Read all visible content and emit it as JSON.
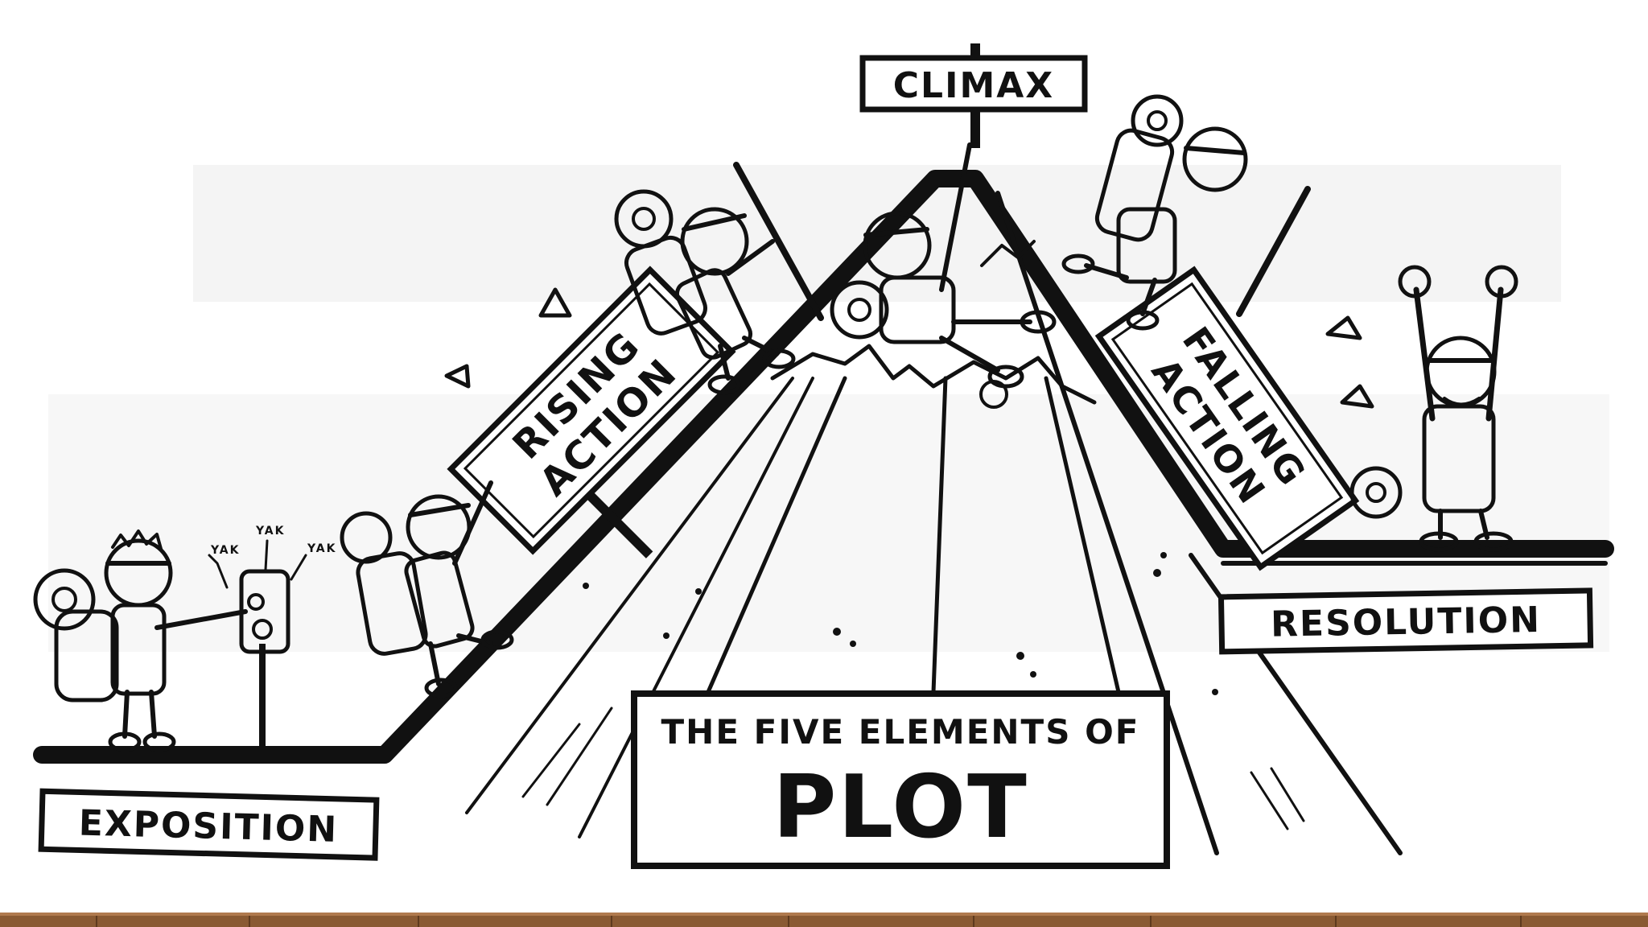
{
  "colors": {
    "ink": "#111111",
    "paper": "#ffffff",
    "floor": "#8a5a33",
    "floor_light": "#b07a4e"
  },
  "labels": {
    "climax": "CLIMAX",
    "rising_action": [
      "RISING",
      "ACTION"
    ],
    "falling_action": [
      "FALLING",
      "ACTION"
    ],
    "exposition": "EXPOSITION",
    "resolution": "RESOLUTION",
    "title_line1": "THE FIVE ELEMENTS OF",
    "title_line2": "PLOT"
  },
  "yak_marks": [
    "YAK",
    "YAK",
    "YAK"
  ],
  "figures": [
    {
      "name": "hiker-exposition-figure",
      "pose": "bored"
    },
    {
      "name": "hiker-rising-figure",
      "pose": "climbing"
    },
    {
      "name": "hiker-upper-rising-figure",
      "pose": "climbing"
    },
    {
      "name": "hiker-climax-figure",
      "pose": "tumbling"
    },
    {
      "name": "hiker-falling-figure",
      "pose": "descending"
    },
    {
      "name": "hiker-resolution-figure",
      "pose": "cheering"
    }
  ],
  "floor": {
    "icon": "wood-floor-strip"
  }
}
